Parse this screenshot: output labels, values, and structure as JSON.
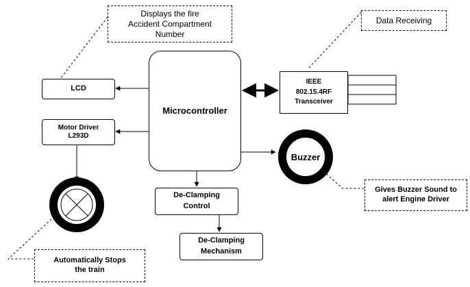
{
  "blocks": {
    "lcd": "LCD",
    "motor_driver": "Motor Driver\nL293D",
    "microcontroller": "Microcontroller",
    "transceiver": "IEEE\n802.15.4RF\nTransceiver",
    "buzzer": "Buzzer",
    "declamping_control": "De-Clamping\nControl",
    "declamping_mechanism": "De-Clamping\nMechanism"
  },
  "annotations": {
    "lcd_note": "Displays the fire\nAccident Compartment\nNumber",
    "data_note": "Data Receiving",
    "buzzer_note": "Gives Buzzer Sound to\nalert Engine Driver",
    "wheel_note": "Automatically Stops\nthe train"
  }
}
